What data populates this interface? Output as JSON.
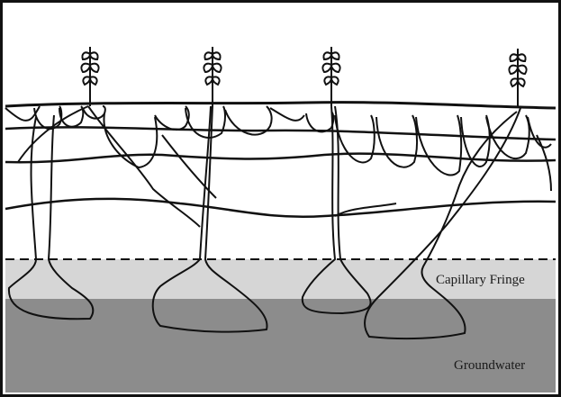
{
  "labels": {
    "capillary_fringe": "Capillary Fringe",
    "groundwater": "Groundwater"
  },
  "colors": {
    "capillary_fringe_fill": "#d6d6d6",
    "groundwater_fill": "#8c8c8c",
    "line": "#111111",
    "background": "#ffffff"
  },
  "plants": [
    "corn-plant",
    "corn-plant",
    "corn-plant",
    "corn-plant"
  ]
}
